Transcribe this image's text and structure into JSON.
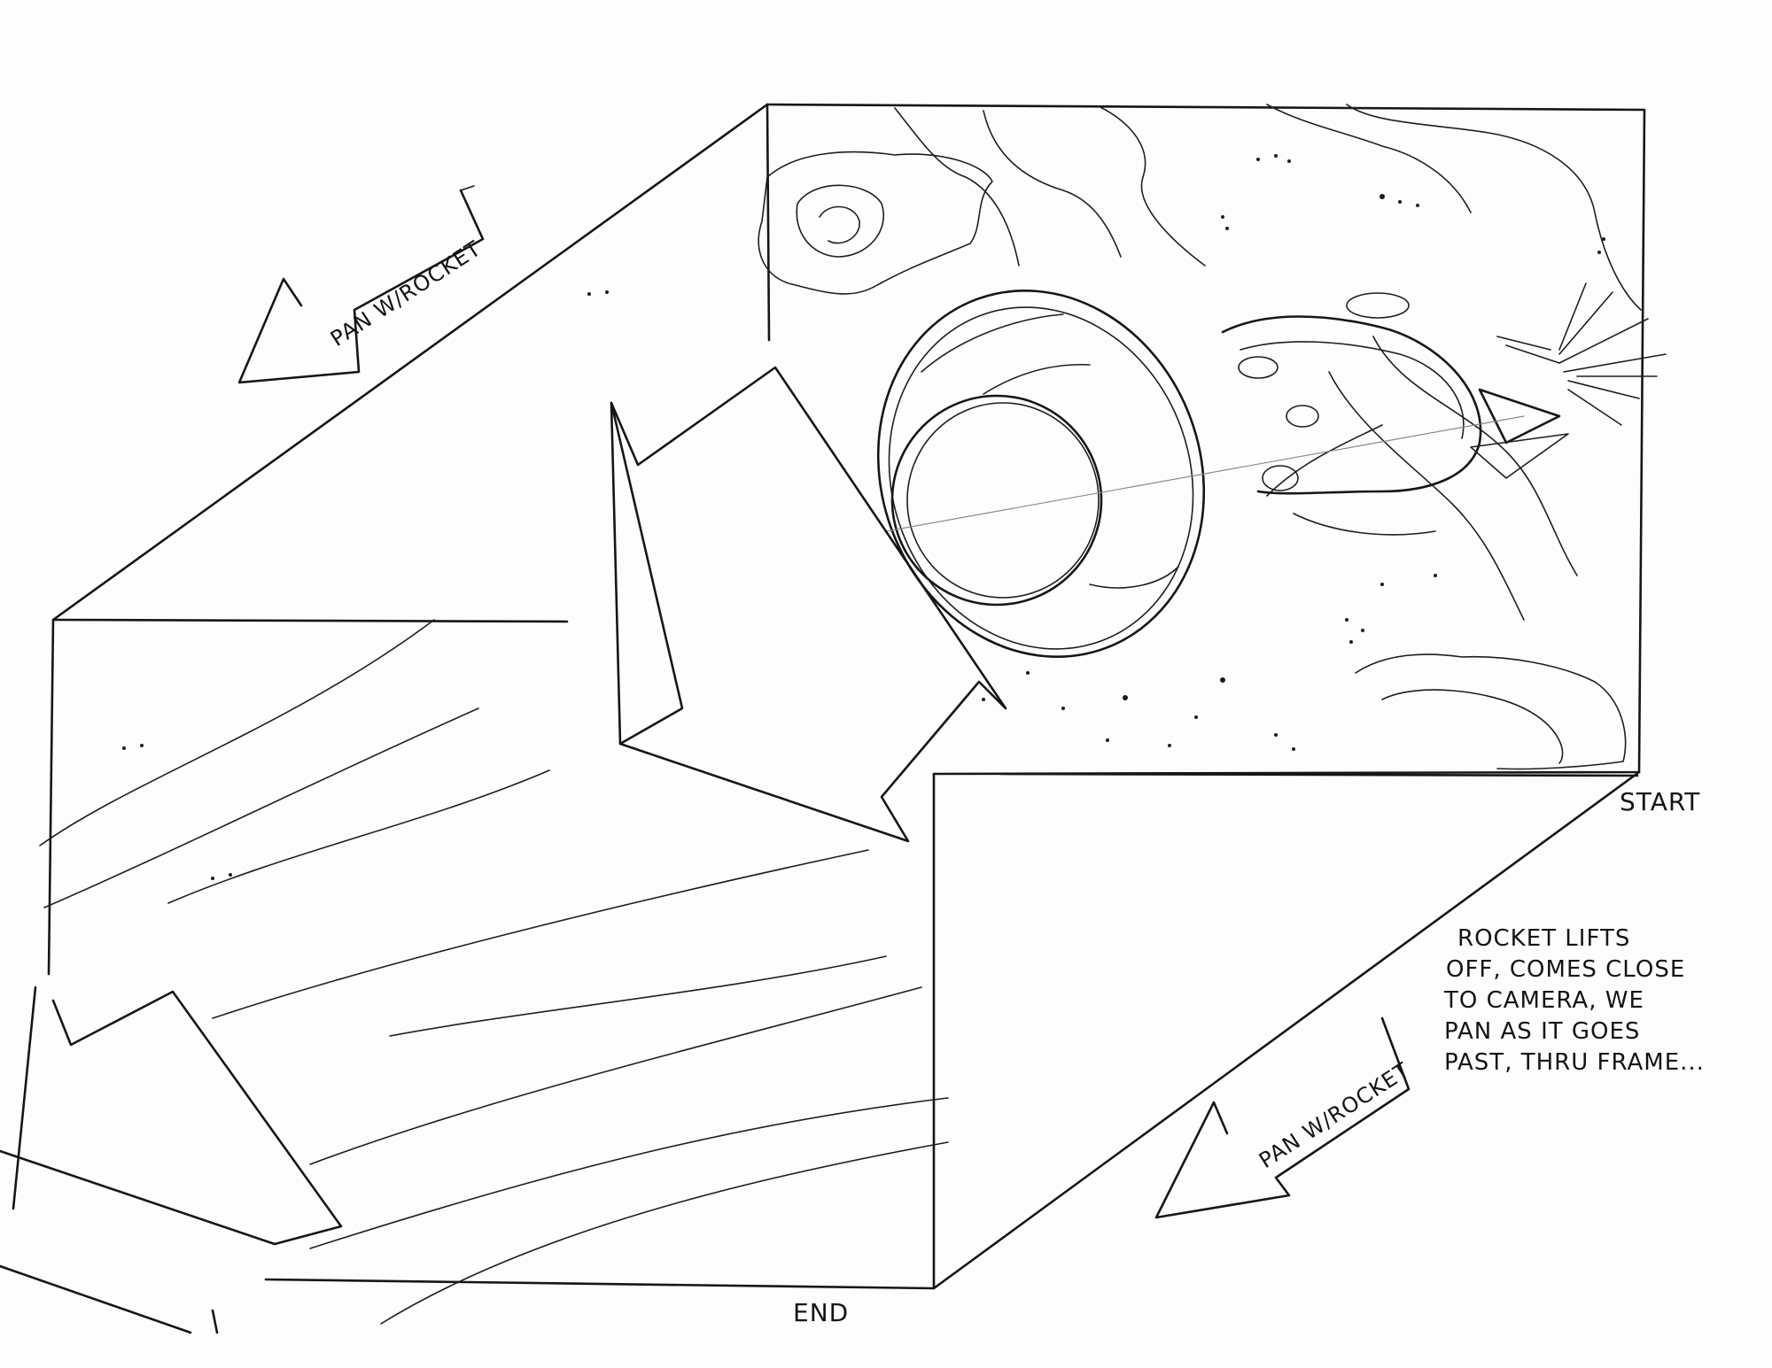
{
  "labels": {
    "start": "START",
    "end": "END",
    "pan_upper": "PAN W/ROCKET",
    "pan_lower": "PAN W/ROCKET"
  },
  "note": {
    "lines": [
      "ROCKET LIFTS",
      "OFF, COMES CLOSE",
      "TO CAMERA, WE",
      "PAN AS IT GOES",
      "PAST, THRU FRAME..."
    ]
  },
  "icons": [
    "rocket-icon",
    "pan-arrow-icon",
    "motion-arrow-icon"
  ],
  "colors": {
    "ink": "#161616",
    "paper": "#fdfdfd"
  }
}
